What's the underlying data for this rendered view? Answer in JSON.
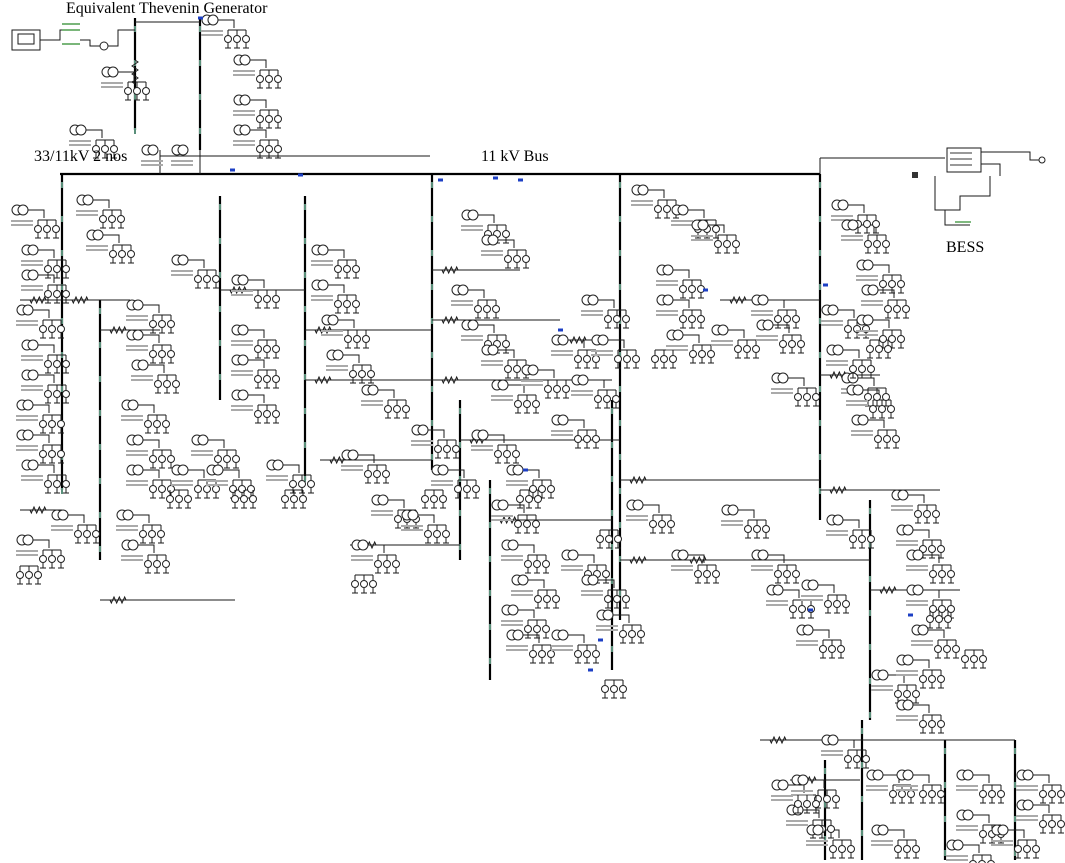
{
  "labels": {
    "generator": "Equivalent Thevenin Generator",
    "transformer": "33/11kV 2 nos",
    "bus": "11 kV Bus",
    "bess": "BESS"
  },
  "colors": {
    "line": "#1a1a1a",
    "breaker": "#1c3fc4",
    "source_block": "#2a8a2a",
    "background": "#ffffff"
  },
  "icons": [
    "transformer-icon",
    "load-icon",
    "breaker-icon",
    "source-block-icon",
    "bess-block-icon"
  ]
}
